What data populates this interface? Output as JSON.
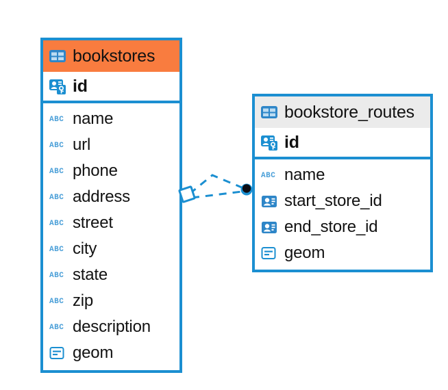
{
  "diagram": {
    "type": "entity-relationship-diagram",
    "accent_color": "#1b8fd1",
    "highlight_color": "#f97c3f",
    "neutral_header_color": "#ebebeb",
    "background": "#ffffff"
  },
  "tables": [
    {
      "name": "bookstores",
      "header_style": "accent-orange",
      "table_icon": "table-grid-icon",
      "primary_key": {
        "label": "id",
        "icon": "primary-key-icon"
      },
      "columns": [
        {
          "label": "name",
          "icon": "text-type-icon"
        },
        {
          "label": "url",
          "icon": "text-type-icon"
        },
        {
          "label": "phone",
          "icon": "text-type-icon"
        },
        {
          "label": "address",
          "icon": "text-type-icon"
        },
        {
          "label": "street",
          "icon": "text-type-icon"
        },
        {
          "label": "city",
          "icon": "text-type-icon"
        },
        {
          "label": "state",
          "icon": "text-type-icon"
        },
        {
          "label": "zip",
          "icon": "text-type-icon"
        },
        {
          "label": "description",
          "icon": "text-type-icon"
        },
        {
          "label": "geom",
          "icon": "geometry-type-icon"
        }
      ]
    },
    {
      "name": "bookstore_routes",
      "header_style": "accent-gray",
      "table_icon": "table-grid-icon",
      "primary_key": {
        "label": "id",
        "icon": "primary-key-icon"
      },
      "columns": [
        {
          "label": "name",
          "icon": "text-type-icon"
        },
        {
          "label": "start_store_id",
          "icon": "foreign-key-icon"
        },
        {
          "label": "end_store_id",
          "icon": "foreign-key-icon"
        },
        {
          "label": "geom",
          "icon": "geometry-type-icon"
        }
      ]
    }
  ],
  "relationship": {
    "source_table": "bookstores",
    "target_table": "bookstore_routes",
    "source_marker": "diamond-outline-marker",
    "target_marker": "filled-dot-marker",
    "line_style": "dashed",
    "line_color": "#1b8fd1"
  }
}
